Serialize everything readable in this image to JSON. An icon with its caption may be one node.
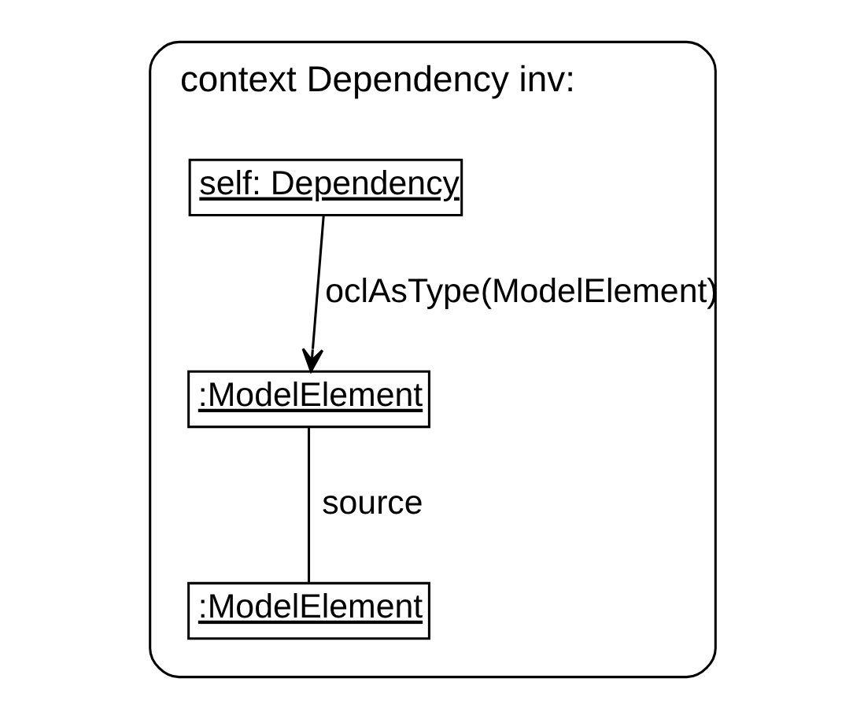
{
  "diagram": {
    "nodes": [
      {
        "text": [
          "context Dependency inv:"
        ]
      },
      {
        "text": [
          "self: Dependency"
        ],
        "in": 0
      },
      {
        "text": [
          ":ModelElement"
        ],
        "in": 0
      },
      {
        "text": [
          ":ModelElement"
        ],
        "in": 0
      }
    ],
    "edges": [
      {
        "from": 1,
        "to": 2,
        "arrow": "to",
        "label": "oclAsType(ModelElement)"
      },
      {
        "from": 2,
        "to": 3,
        "arrow": "none",
        "label": "source"
      }
    ]
  }
}
